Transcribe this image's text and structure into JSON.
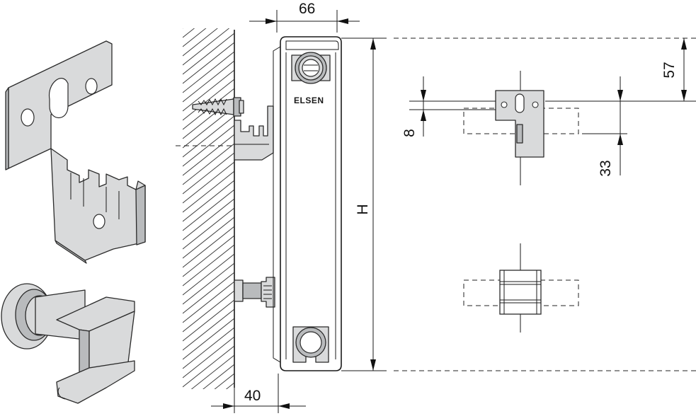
{
  "diagram": {
    "brand_label": "ELSEN",
    "dimensions": {
      "top_width": "66",
      "wall_gap": "40",
      "height": "H",
      "top_offset": "57",
      "slot_height": "8",
      "bracket_offset": "33"
    }
  },
  "colors": {
    "line": "#1a1a1a",
    "part_fill": "#d9dadb",
    "part_shade": "#b9bbbd",
    "background": "#ffffff"
  }
}
